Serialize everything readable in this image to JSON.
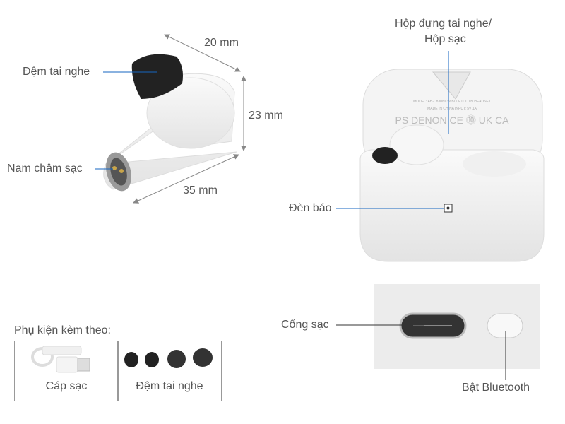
{
  "earbud": {
    "labels": {
      "ear_tip": "Đệm tai nghe",
      "charging_magnet": "Nam châm sạc"
    },
    "dimensions": {
      "width": "20 mm",
      "height": "23 mm",
      "length": "35 mm"
    }
  },
  "case": {
    "labels": {
      "case": "Hộp đựng tai nghe/",
      "case_line2": "Hộp sạc",
      "indicator": "Đèn báo"
    }
  },
  "port": {
    "labels": {
      "charging_port": "Cổng sạc",
      "bluetooth": "Bật Bluetooth"
    }
  },
  "accessories": {
    "title": "Phụ kiện kèm theo:",
    "items": [
      {
        "label": "Cáp sạc",
        "icon": "usb-cable-icon"
      },
      {
        "label": "Đệm tai nghe",
        "icon": "ear-tips-icon"
      }
    ]
  },
  "colors": {
    "callout_line": "#1565c0",
    "dimension_arrow": "#888888"
  }
}
